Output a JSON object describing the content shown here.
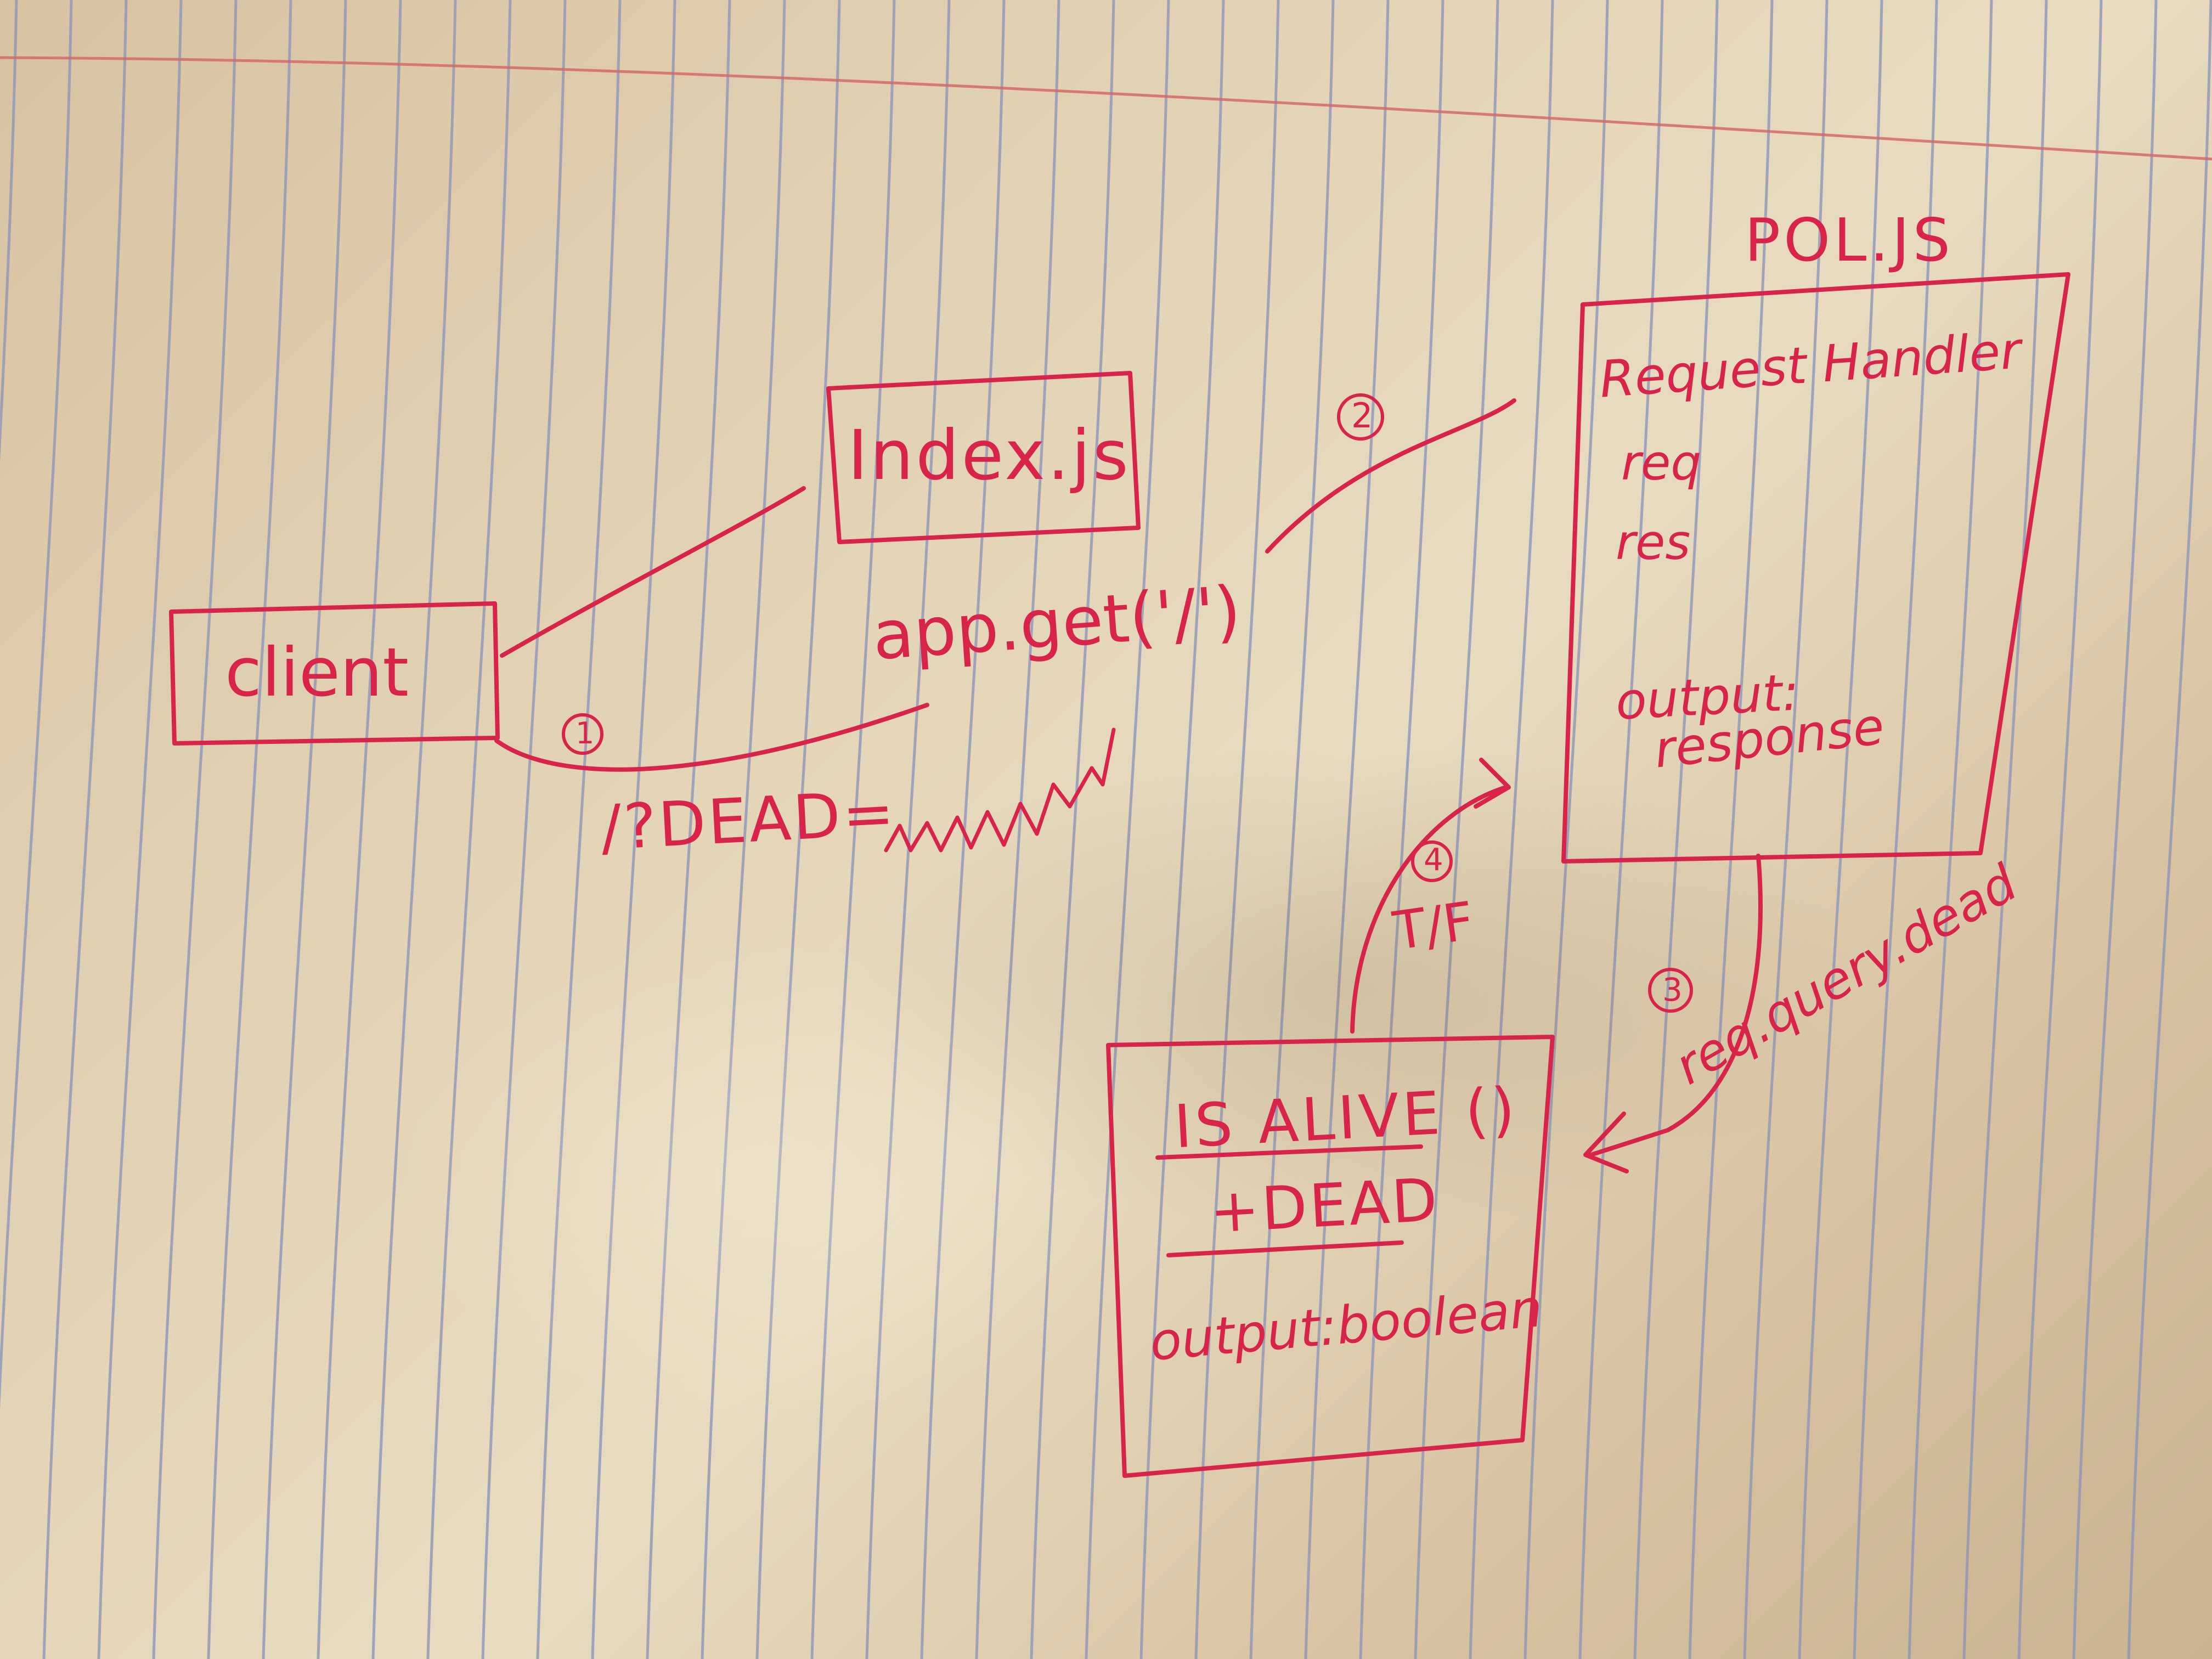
{
  "diagram": {
    "ink_color": "#d8234a",
    "rule_color": "#8a93b8",
    "margin_color": "#d46a6a",
    "nodes": {
      "client": {
        "label": "client"
      },
      "index": {
        "label": "Index.js"
      },
      "pol": {
        "title": "POL.JS",
        "lines": [
          "Request Handler",
          "req",
          "res",
          "output:",
          "response"
        ]
      },
      "isalive": {
        "name": "IS ALIVE ()",
        "param": "+DEAD",
        "output": "output:boolean"
      }
    },
    "edges": {
      "route_label": "app.get('/')",
      "query_label": "/?DEAD=",
      "step1": "1",
      "step2": "2",
      "step3": "3",
      "step4": "4",
      "tf_label": "T/F",
      "req_query_label": "req.query.dead"
    }
  }
}
